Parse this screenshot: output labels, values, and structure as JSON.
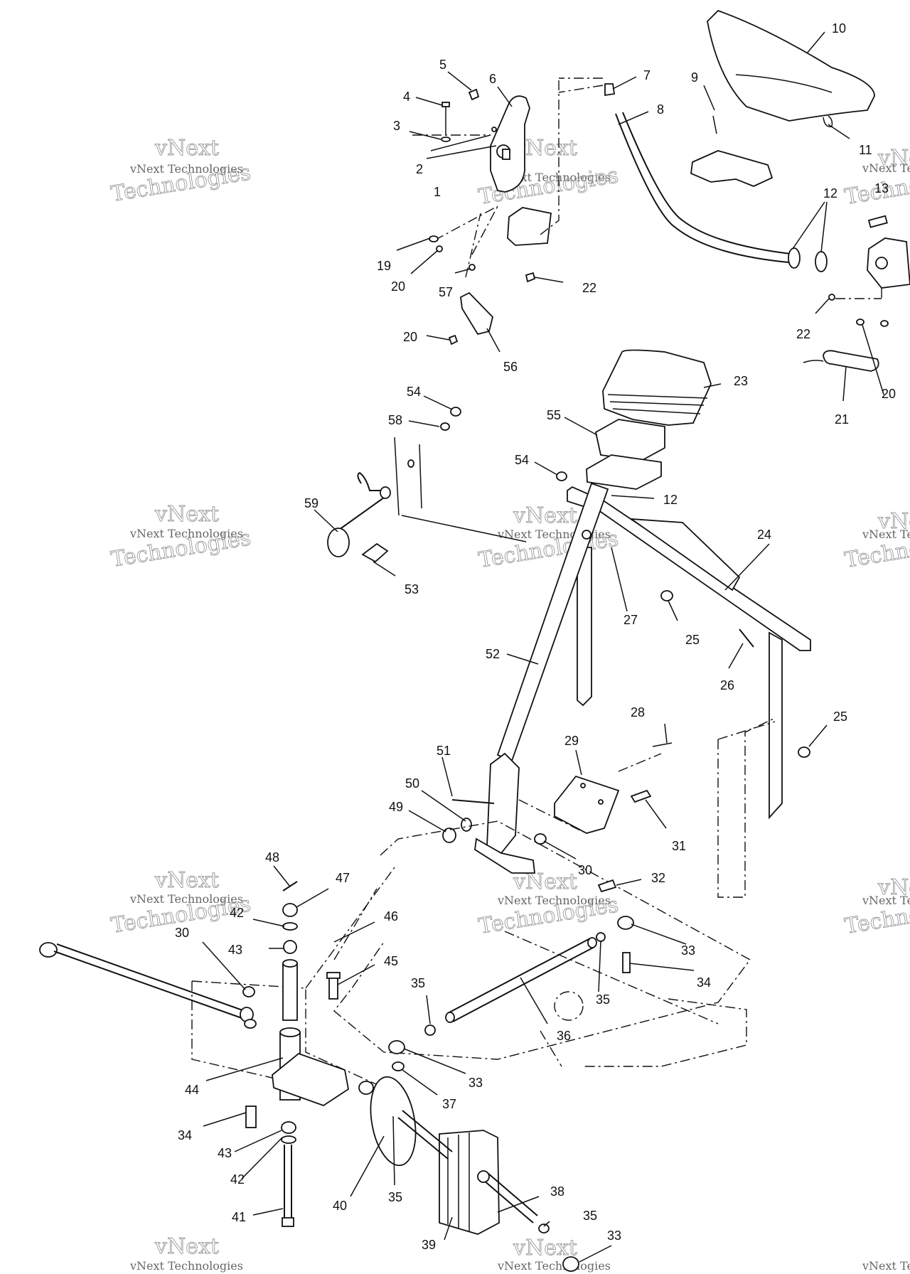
{
  "watermark": {
    "small_text": "vNext Technologies",
    "big_text": "Technologies",
    "top_text": "vNext"
  },
  "labels": {
    "p1": "1",
    "p2": "2",
    "p3": "3",
    "p4": "4",
    "p5": "5",
    "p6": "6",
    "p7": "7",
    "p8": "8",
    "p9": "9",
    "p10": "10",
    "p11": "11",
    "p12a": "12",
    "p12b": "12",
    "p13": "13",
    "p19": "19",
    "p20a": "20",
    "p20b": "20",
    "p20c": "20",
    "p21": "21",
    "p22a": "22",
    "p22b": "22",
    "p23": "23",
    "p24": "24",
    "p25a": "25",
    "p25b": "25",
    "p26": "26",
    "p27": "27",
    "p28": "28",
    "p29": "29",
    "p30a": "30",
    "p30b": "30",
    "p31": "31",
    "p32": "32",
    "p33a": "33",
    "p33b": "33",
    "p33c": "33",
    "p34a": "34",
    "p34b": "34",
    "p35a": "35",
    "p35b": "35",
    "p35c": "35",
    "p35d": "35",
    "p36": "36",
    "p37": "37",
    "p38": "38",
    "p39": "39",
    "p40": "40",
    "p41": "41",
    "p42a": "42",
    "p42b": "42",
    "p43a": "43",
    "p43b": "43",
    "p44": "44",
    "p45": "45",
    "p46": "46",
    "p47": "47",
    "p48": "48",
    "p49": "49",
    "p50": "50",
    "p51": "51",
    "p52": "52",
    "p53": "53",
    "p54a": "54",
    "p54b": "54",
    "p55": "55",
    "p56": "56",
    "p57": "57",
    "p58": "58",
    "p59": "59"
  }
}
